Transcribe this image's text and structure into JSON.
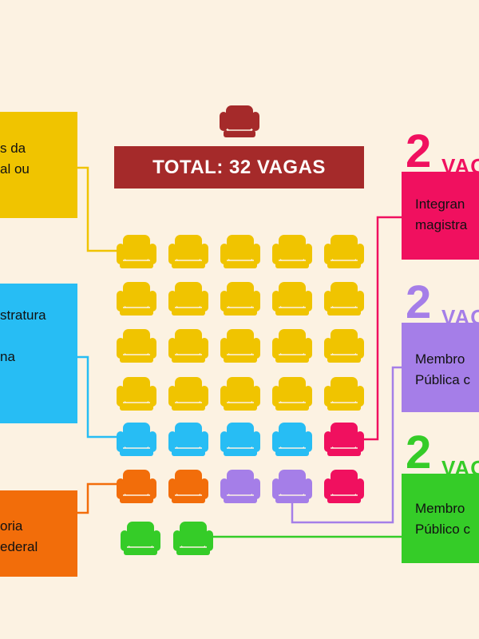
{
  "total_banner": "TOTAL: 32 VAGAS",
  "colors": {
    "background": "#fcf2e2",
    "banner": "#a52a2a",
    "yellow": "#f0c400",
    "blue": "#27bdf4",
    "orange": "#f26d0a",
    "magenta": "#f0105f",
    "purple": "#a57ee8",
    "green": "#35cc28"
  },
  "left_boxes": [
    {
      "lines": [
        "s da",
        "al ou"
      ]
    },
    {
      "lines": [
        "stratura",
        "",
        "na"
      ]
    },
    {
      "lines": [
        "oria",
        "ederal"
      ]
    }
  ],
  "right_boxes": [
    {
      "number": "2",
      "word": "VAG",
      "lines": [
        "Integran",
        "magistra"
      ]
    },
    {
      "number": "2",
      "word": "VAG",
      "lines": [
        "Membro",
        "Pública c"
      ]
    },
    {
      "number": "2",
      "word": "VAG",
      "lines": [
        "Membro",
        "Público c"
      ]
    }
  ],
  "seat_rows": [
    [
      "yellow",
      "yellow",
      "yellow",
      "yellow",
      "yellow"
    ],
    [
      "yellow",
      "yellow",
      "yellow",
      "yellow",
      "yellow"
    ],
    [
      "yellow",
      "yellow",
      "yellow",
      "yellow",
      "yellow"
    ],
    [
      "yellow",
      "yellow",
      "yellow",
      "yellow",
      "yellow"
    ],
    [
      "blue",
      "blue",
      "blue",
      "blue",
      "magenta"
    ],
    [
      "orange",
      "orange",
      "purple",
      "purple",
      "magenta"
    ],
    [
      "green",
      "green"
    ]
  ],
  "presiding_seat": "banner"
}
